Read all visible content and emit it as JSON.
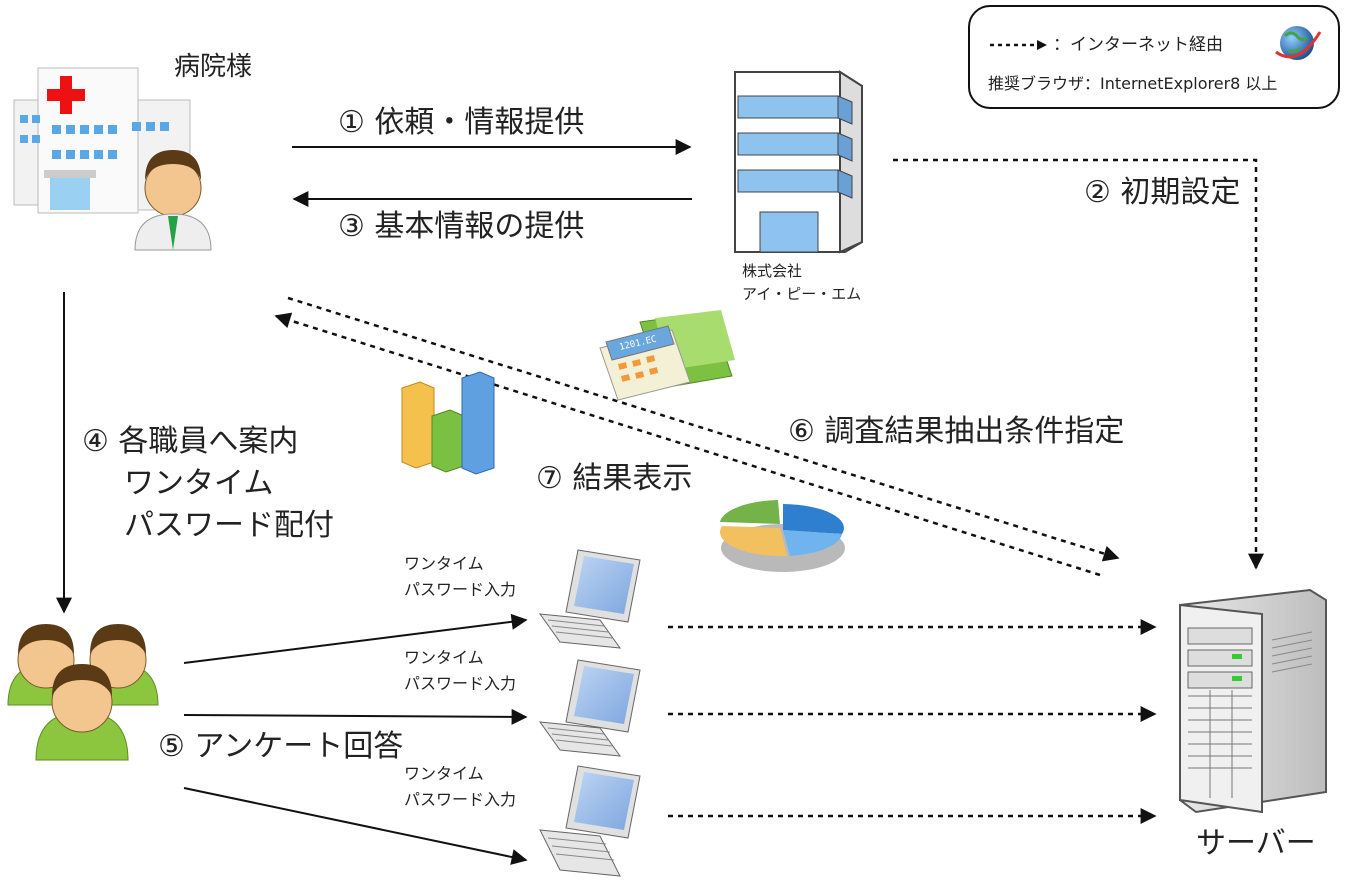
{
  "legend": {
    "internet_label": "：インターネット経由",
    "browser_label": "推奨ブラウザ：InternetExplorer8 以上"
  },
  "nodes": {
    "hospital": "病院様",
    "company_line1": "株式会社",
    "company_line2": "アイ・ピー・エム",
    "server": "サーバー"
  },
  "steps": {
    "s1": "① 依頼・情報提供",
    "s2": "② 初期設定",
    "s3": "③ 基本情報の提供",
    "s4_line1": "④ 各職員へ案内",
    "s4_line2": "ワンタイム",
    "s4_line3": "パスワード配付",
    "s5": "⑤ アンケート回答",
    "s6": "⑥ 調査結果抽出条件指定",
    "s7": "⑦ 結果表示"
  },
  "pc_label": {
    "line1": "ワンタイム",
    "line2": "パスワード入力"
  },
  "calculator_display": "1201.EC"
}
